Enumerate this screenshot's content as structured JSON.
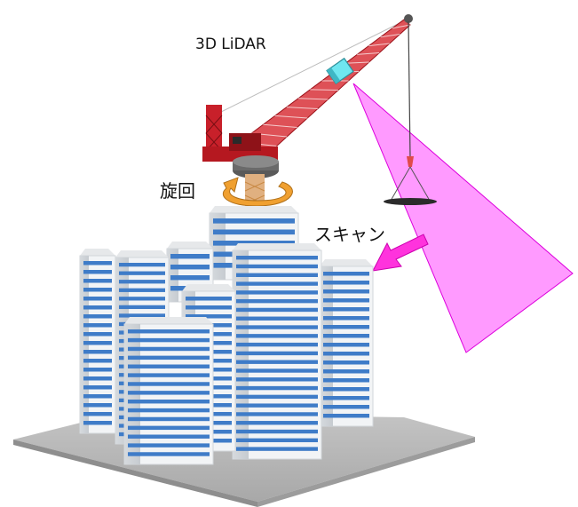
{
  "labels": {
    "lidar": "3D LiDAR",
    "rotation": "旋回",
    "scan": "スキャン"
  },
  "colors": {
    "scan_beam": "#ff7cff",
    "scan_beam_edge": "#e000e0",
    "scan_arrow": "#ff33dd",
    "rotation_arrow": "#f0a030",
    "lidar_sensor": "#6fe6f0",
    "crane_red": "#c8202a",
    "building_window": "#3f7cc8",
    "building_face": "#f2f4f6",
    "ground_plate": "#b9b9b9"
  },
  "icons": {
    "lidar_sensor": "lidar-sensor-icon",
    "crane": "tower-crane-icon"
  }
}
